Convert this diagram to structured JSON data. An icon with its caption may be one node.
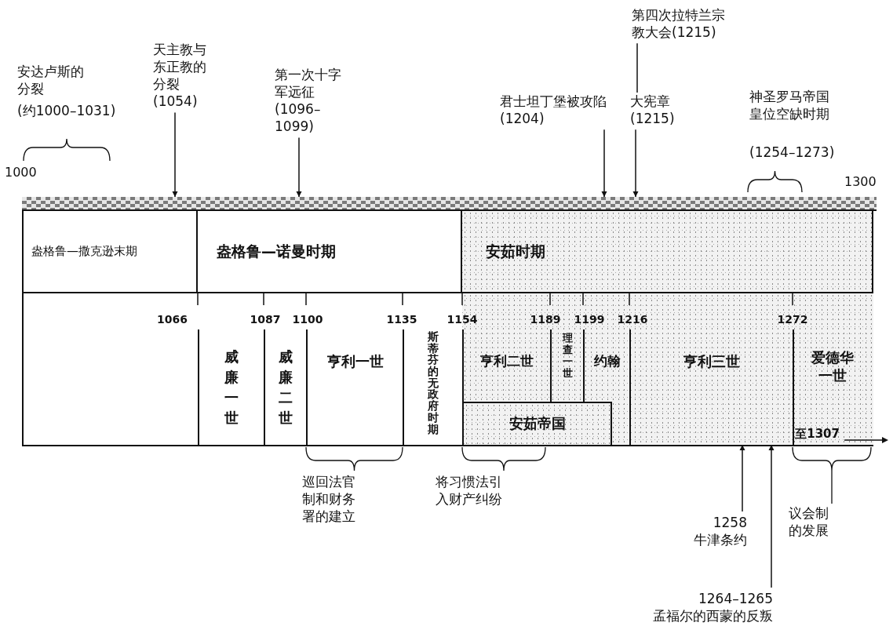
{
  "diagram": {
    "nodes": [
      {
        "text": [
          "盎格鲁—撒克逊末期"
        ]
      },
      {
        "text": [
          "盎格鲁—诺曼时期"
        ]
      },
      {
        "text": [
          "安茹时期"
        ]
      },
      {
        "text": [
          "威廉一世"
        ]
      },
      {
        "text": [
          "威廉二世"
        ]
      },
      {
        "text": [
          "亨利一世"
        ]
      },
      {
        "text": [
          "斯蒂芬的无政府时期"
        ]
      },
      {
        "text": [
          "亨利二世"
        ]
      },
      {
        "text": [
          "理查一世"
        ]
      },
      {
        "text": [
          "约翰"
        ]
      },
      {
        "text": [
          "亨利三世"
        ]
      },
      {
        "text": [
          "爱德华一世",
          "至1307"
        ]
      },
      {
        "text": [
          "安茹帝国"
        ]
      },
      {
        "text": [],
        "shape": "bar"
      },
      {
        "text": [
          "天主教与东正教的分裂",
          "(1054)"
        ]
      },
      {
        "text": [
          "第一次十字军远征",
          "(1096–1099)"
        ]
      },
      {
        "text": [
          "君士坦丁堡被攻陷 (1204)"
        ]
      },
      {
        "text": [
          "第四次拉特兰宗教大会(1215)"
        ]
      },
      {
        "text": [
          "大宪章",
          "(1215)"
        ]
      },
      {
        "text": [
          "1258",
          "牛津条约"
        ]
      },
      {
        "text": [
          "1264–1265",
          "孟福尔的西蒙的反叛"
        ]
      }
    ],
    "edges": [
      {
        "from": 14,
        "to": 13,
        "arrow": "to"
      },
      {
        "from": 15,
        "to": 13,
        "arrow": "to"
      },
      {
        "from": 16,
        "to": 13,
        "arrow": "to"
      },
      {
        "from": 17,
        "to": 18,
        "arrow": "none"
      },
      {
        "from": 18,
        "to": 13,
        "arrow": "to"
      },
      {
        "from": 19,
        "to": 10,
        "arrow": "to"
      },
      {
        "from": 20,
        "to": 10,
        "arrow": "to"
      }
    ],
    "labels": [
      "安达卢斯的分裂",
      "(约1000–1031)",
      "1000",
      "神圣罗马帝国皇位空缺时期",
      "(1254–1273)",
      "1300",
      "1066",
      "1087",
      "1100",
      "1135",
      "1154",
      "1189",
      "1199",
      "1216",
      "1272",
      "巡回法官制和财务署的建立",
      "将习惯法引入财产纠纷",
      "议会制的发展"
    ]
  }
}
